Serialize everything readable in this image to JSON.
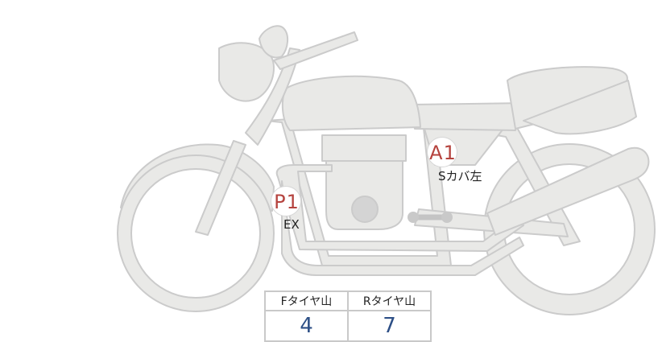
{
  "markers": [
    {
      "code": "A1",
      "label": "Sカバ左"
    },
    {
      "code": "P1",
      "label": "EX"
    }
  ],
  "tread_table": {
    "headers": [
      "Fタイヤ山",
      "Rタイヤ山"
    ],
    "values": [
      "4",
      "7"
    ]
  },
  "colors": {
    "body_fill": "#e9e9e7",
    "outline": "#cbcbcb",
    "marker_code": "#b5433e",
    "value_text": "#2d4f86"
  }
}
